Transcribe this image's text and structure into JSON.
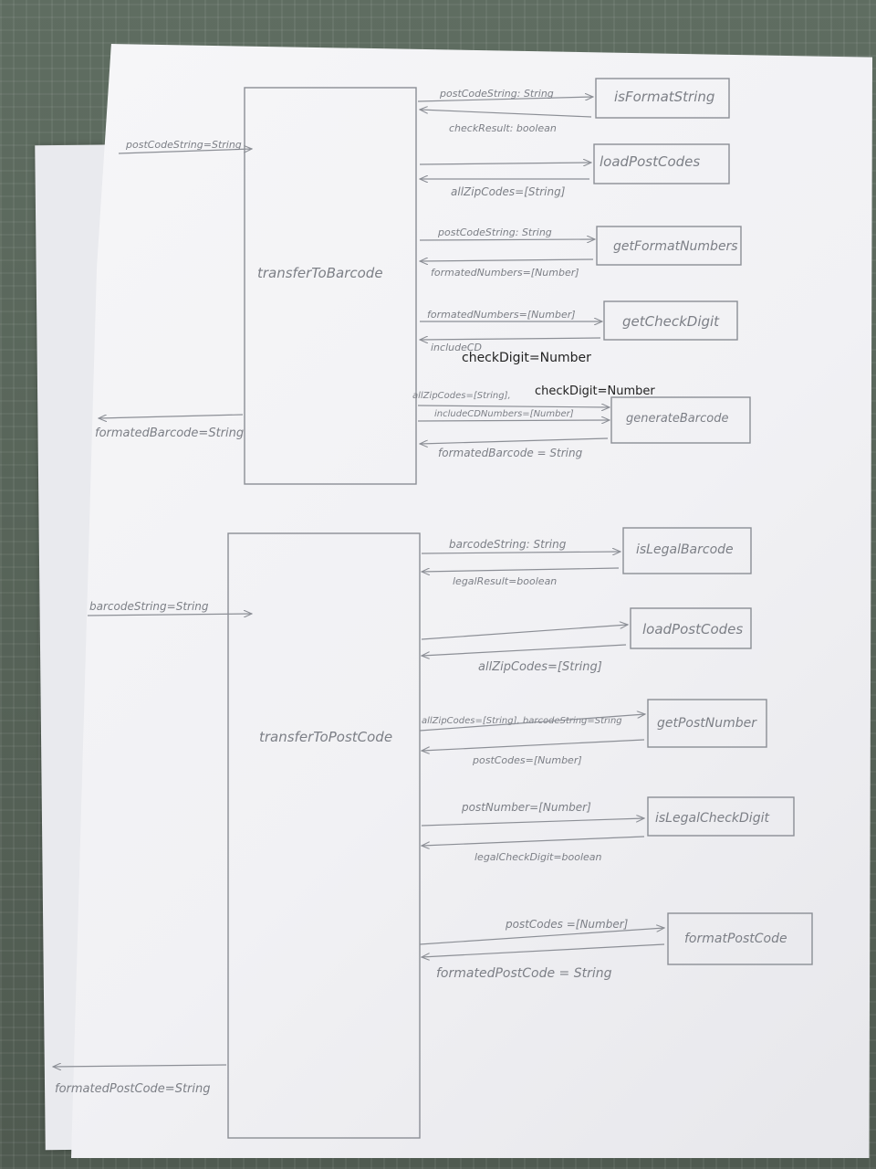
{
  "lifelines": [
    {
      "id": "top",
      "name": "transferToBarcode"
    },
    {
      "id": "bottom",
      "name": "transferToPostCode"
    }
  ],
  "external_in": [
    "postCodeString=String",
    "barcodeString=String"
  ],
  "external_out": [
    "formatedBarcode=String",
    "formatedPostCode=String"
  ],
  "top_calls": [
    {
      "target": "isFormatString",
      "send": "postCodeString: String",
      "ret": "checkResult: boolean"
    },
    {
      "target": "loadPostCodes",
      "send": "",
      "ret": "allZipCodes=[String]"
    },
    {
      "target": "getFormatNumbers",
      "send": "postCodeString: String",
      "ret": "formatedNumbers=[Number]"
    },
    {
      "target": "getCheckDigit",
      "send": "formatedNumbers=[Number]",
      "ret": "includeCD",
      "ret_pen": "checkDigit=Number"
    },
    {
      "target": "generateBarcode",
      "send_a": "allZipCodes=[String],",
      "send_a_pen": "checkDigit=Number",
      "send_b": "includeCDNumbers=[Number]",
      "ret": "formatedBarcode = String"
    }
  ],
  "bottom_calls": [
    {
      "target": "isLegalBarcode",
      "send": "barcodeString: String",
      "ret": "legalResult=boolean"
    },
    {
      "target": "loadPostCodes",
      "send": "",
      "ret": "allZipCodes=[String]"
    },
    {
      "target": "getPostNumber",
      "send": "allZipCodes=[String], barcodeString=String",
      "ret": "postCodes=[Number]"
    },
    {
      "target": "isLegalCheckDigit",
      "send": "postNumber=[Number]",
      "ret": "legalCheckDigit=boolean"
    },
    {
      "target": "formatPostCode",
      "send": "postCodes =[Number]",
      "ret": "formatedPostCode = String"
    }
  ],
  "colors": {
    "pencil": "#7c7f86",
    "pen": "#222222",
    "paper": "#f3f3f6",
    "cloth": "#5d6b5e"
  }
}
